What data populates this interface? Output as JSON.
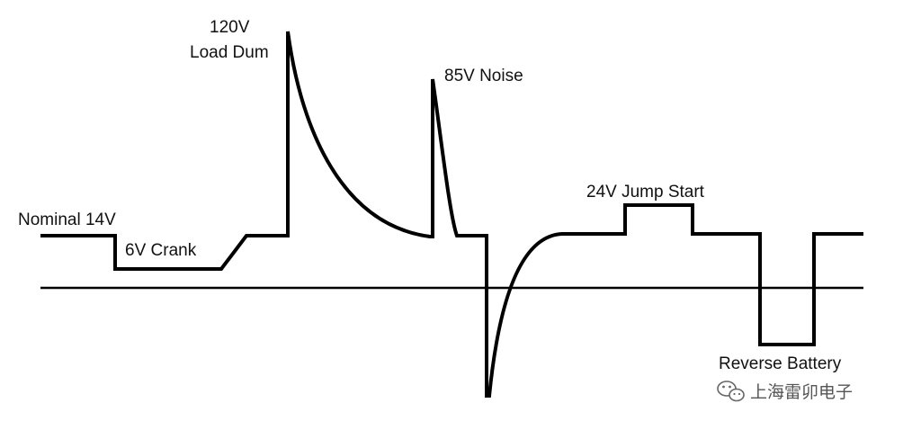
{
  "diagram": {
    "labels": {
      "nominal": "Nominal 14V",
      "crank": "6V Crank",
      "load_dump_voltage": "120V",
      "load_dump_text": "Load Dum",
      "noise": "85V Noise",
      "jump_start": "24V Jump Start",
      "reverse_battery": "Reverse Battery"
    },
    "watermark": {
      "text": "上海雷卯电子",
      "icon": "wechat-icon"
    },
    "colors": {
      "line": "#000000",
      "text": "#111111",
      "watermark": "#555555"
    }
  }
}
